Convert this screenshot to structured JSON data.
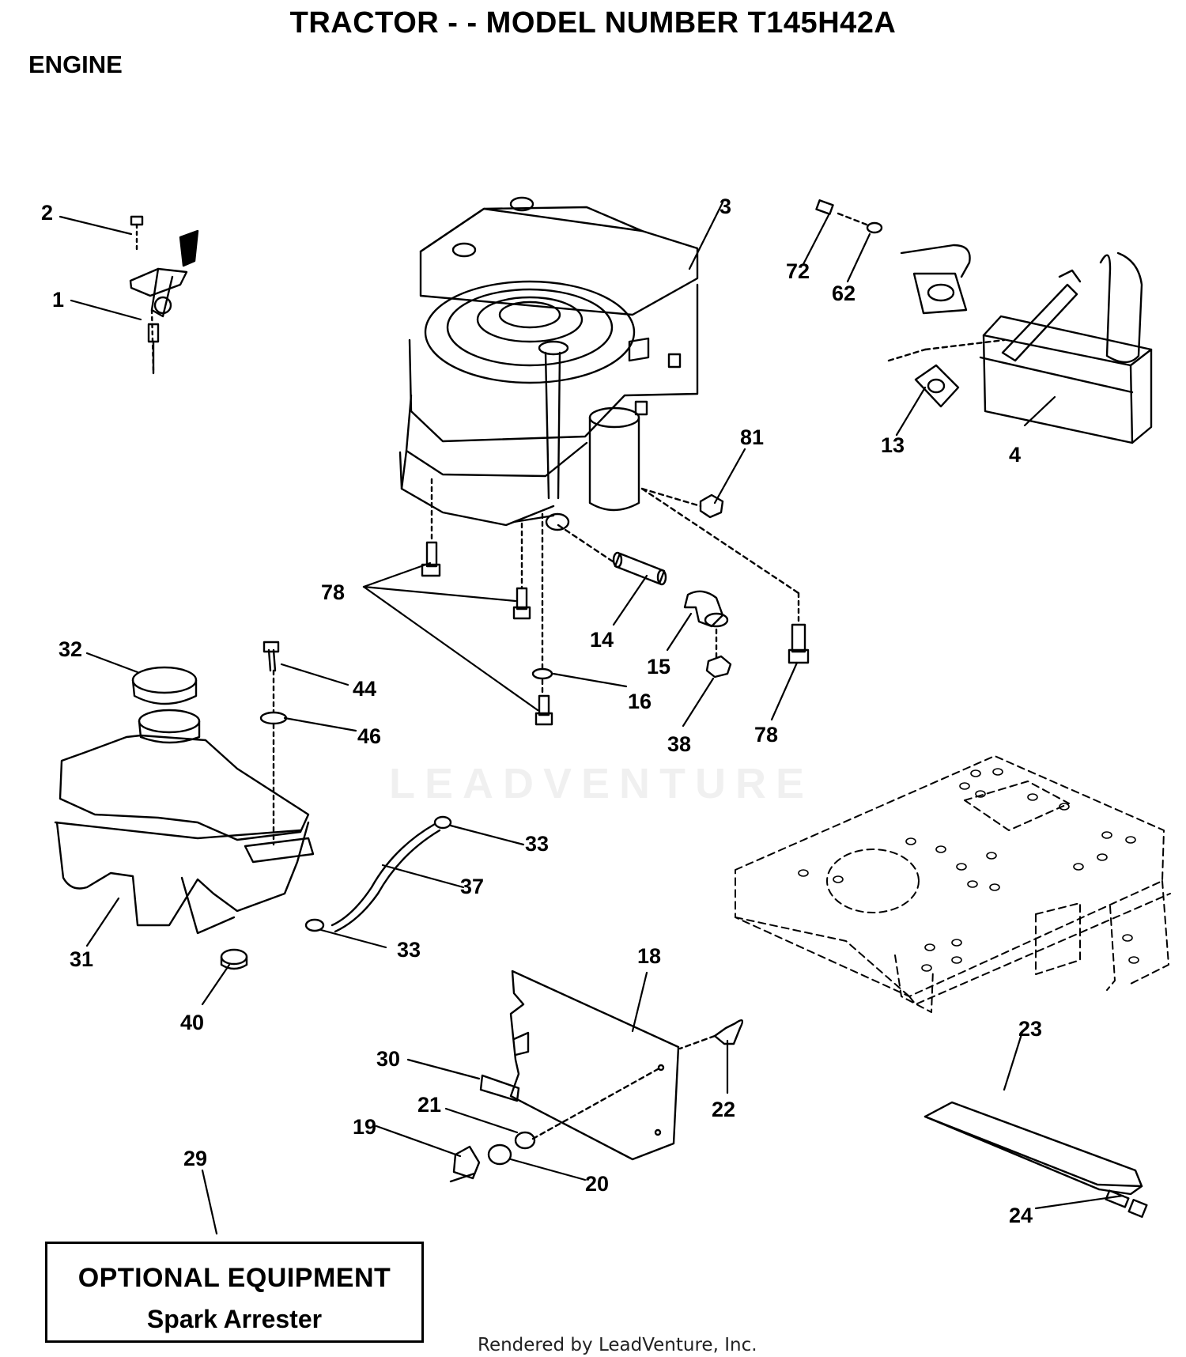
{
  "page": {
    "title": "TRACTOR - - MODEL NUMBER T145H42A",
    "section": "ENGINE",
    "footer": "Rendered by LeadVenture, Inc.",
    "watermark": "LEADVENTURE"
  },
  "optional_box": {
    "heading": "OPTIONAL EQUIPMENT",
    "item": "Spark Arrester"
  },
  "callouts": [
    "1",
    "2",
    "3",
    "4",
    "13",
    "14",
    "15",
    "16",
    "18",
    "19",
    "20",
    "21",
    "22",
    "23",
    "24",
    "29",
    "30",
    "31",
    "32",
    "33",
    "33",
    "37",
    "38",
    "40",
    "44",
    "46",
    "62",
    "72",
    "78",
    "78",
    "81"
  ]
}
